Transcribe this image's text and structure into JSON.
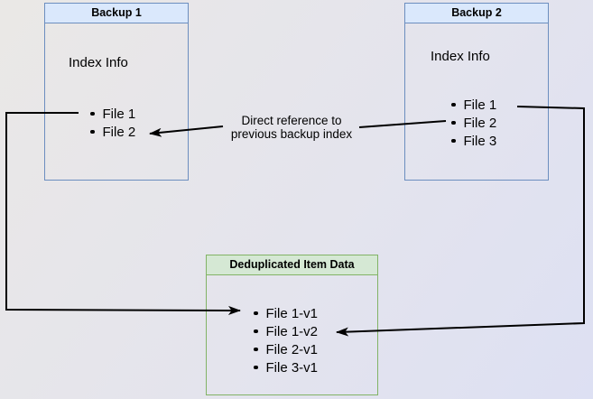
{
  "backup1": {
    "title": "Backup 1",
    "section_label": "Index Info",
    "items": [
      "File 1",
      "File 2"
    ]
  },
  "backup2": {
    "title": "Backup 2",
    "section_label": "Index Info",
    "items": [
      "File 1",
      "File 2",
      "File 3"
    ]
  },
  "dedup": {
    "title": "Deduplicated Item Data",
    "items": [
      "File 1-v1",
      "File 1-v2",
      "File 2-v1",
      "File 3-v1"
    ]
  },
  "annotation": {
    "line1": "Direct reference to",
    "line2": "previous backup index"
  },
  "connectors": [
    {
      "from": "Backup 1 / File 1",
      "to": "Deduplicated Item Data / File 1-v1",
      "style": "arrow"
    },
    {
      "from": "Backup 2 / File 1",
      "to": "Deduplicated Item Data / File 1-v2",
      "style": "arrow"
    },
    {
      "from": "Backup 2 / File 2",
      "to": "Backup 1 / File 2",
      "style": "arrow",
      "label": "Direct reference to previous backup index"
    }
  ],
  "colors": {
    "blue_box_fill": "#dae8fc",
    "blue_box_border": "#6c8ebf",
    "green_box_fill": "#d5e8d4",
    "green_box_border": "#82b366",
    "connector": "#000000",
    "text": "#000000",
    "background_start": "#eae8e6",
    "background_end": "#dde0f3"
  }
}
